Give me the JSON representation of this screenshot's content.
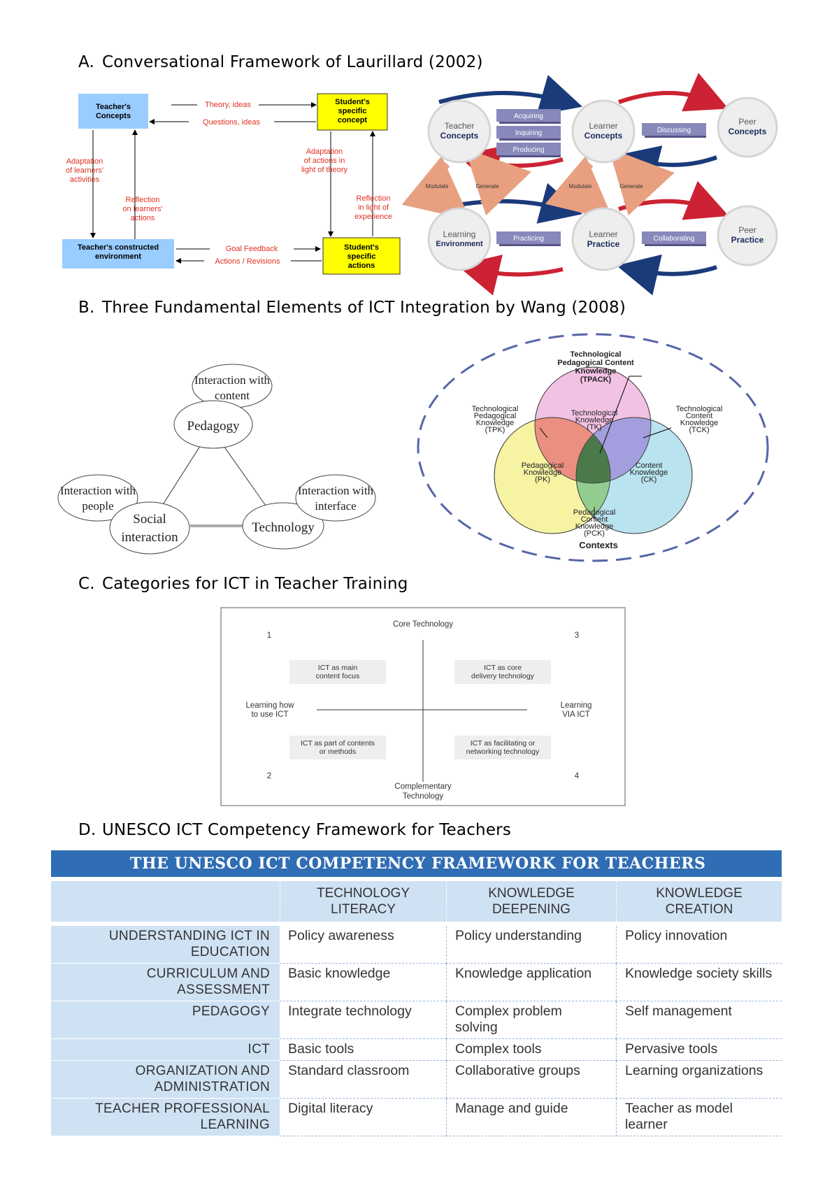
{
  "headings": [
    {
      "letter": "A.",
      "text": "Conversational Framework of Laurillard (2002)"
    },
    {
      "letter": "B.",
      "text": "Three Fundamental Elements of ICT Integration by Wang (2008)"
    },
    {
      "letter": "C.",
      "text": "Categories for ICT in Teacher Training"
    },
    {
      "letter": "D.",
      "text": "UNESCO ICT Competency Framework for Teachers"
    }
  ],
  "laurillard": {
    "boxes": {
      "teacher_concepts": [
        "Teacher's",
        "Concepts"
      ],
      "student_concept": [
        "Student's",
        "specific",
        "concept"
      ],
      "teacher_env": [
        "Teacher's constructed",
        "environment"
      ],
      "student_actions": [
        "Student's",
        "specific",
        "actions"
      ]
    },
    "labels": {
      "theory": "Theory, ideas",
      "questions": "Questions, ideas",
      "adapt_learners": [
        "Adaptation",
        "of learners'",
        "activities"
      ],
      "reflection_learners": [
        "Reflection",
        "on learners'",
        "actions"
      ],
      "adapt_actions": [
        "Adaptation",
        "of actions in",
        "light of theory"
      ],
      "reflection_experience": [
        "Reflection",
        "in light of",
        "experience"
      ],
      "goal": "Goal Feedback",
      "actions_revisions": "Actions / Revisions"
    },
    "colors": {
      "teacher": "#99ccff",
      "student": "#ffff00",
      "label": "#e03020"
    }
  },
  "cycle": {
    "circles": [
      {
        "top": "Teacher",
        "bottom": "Concepts"
      },
      {
        "top": "Learner",
        "bottom": "Concepts"
      },
      {
        "top": "Peer",
        "bottom": "Concepts"
      },
      {
        "top": "Learning",
        "bottom": "Environment"
      },
      {
        "top": "Learner",
        "bottom": "Practice"
      },
      {
        "top": "Peer",
        "bottom": "Practice"
      }
    ],
    "activities": [
      "Acquiring",
      "Inquiring",
      "Producing",
      "Discussing",
      "Practicing",
      "Collaborating"
    ],
    "small_labels": [
      "Modulate",
      "Generate",
      "Modulate",
      "Generate"
    ],
    "colors": {
      "red": "#cc2233",
      "blue": "#1a3a7a",
      "orange": "#e8a080",
      "box": "#8888bb"
    }
  },
  "wang": {
    "nodes": [
      {
        "lines": [
          "Interaction with",
          "content"
        ]
      },
      {
        "lines": [
          "Pedagogy"
        ]
      },
      {
        "lines": [
          "Interaction with",
          "people"
        ]
      },
      {
        "lines": [
          "Social",
          "interaction"
        ]
      },
      {
        "lines": [
          "Technology"
        ]
      },
      {
        "lines": [
          "Interaction with",
          "interface"
        ]
      }
    ]
  },
  "tpack": {
    "title": [
      "Technological",
      "Pedagogical Content",
      "Knowledge",
      "(TPACK)"
    ],
    "tpk": [
      "Technological",
      "Pedagogical",
      "Knowledge",
      "(TPK)"
    ],
    "tck": [
      "Technological",
      "Content",
      "Knowledge",
      "(TCK)"
    ],
    "tk": [
      "Technological",
      "Knowledge",
      "(TK)"
    ],
    "pk": [
      "Pedagogical",
      "Knowledge",
      "(PK)"
    ],
    "ck": [
      "Content",
      "Knowledge",
      "(CK)"
    ],
    "pck": [
      "Pedagogical",
      "Content",
      "Knowledge",
      "(PCK)"
    ],
    "contexts": "Contexts",
    "colors": {
      "tk": "#f0b8e0",
      "pk": "#f2ef80",
      "ck": "#9fd8e8",
      "dash": "#5565a8"
    }
  },
  "categories": {
    "top": "Core Technology",
    "bottom": [
      "Complementary",
      "Technology"
    ],
    "left": [
      "Learning how",
      "to use ICT"
    ],
    "right": [
      "Learning",
      "VIA ICT"
    ],
    "numbers": [
      "1",
      "3",
      "2",
      "4"
    ],
    "q1": [
      "ICT as main",
      "content focus"
    ],
    "q3": [
      "ICT as core",
      "delivery technology"
    ],
    "q2": [
      "ICT as part of contents",
      "or methods"
    ],
    "q4": [
      "ICT as facilitating or",
      "networking technology"
    ]
  },
  "unesco": {
    "banner": "THE UNESCO ICT COMPETENCY FRAMEWORK FOR TEACHERS",
    "columns": [
      [
        "TECHNOLOGY",
        "LITERACY"
      ],
      [
        "KNOWLEDGE",
        "DEEPENING"
      ],
      [
        "KNOWLEDGE",
        "CREATION"
      ]
    ],
    "rows": [
      {
        "label": [
          "UNDERSTANDING ICT IN",
          "EDUCATION"
        ],
        "cells": [
          "Policy awareness",
          "Policy understanding",
          "Policy innovation"
        ]
      },
      {
        "label": [
          "CURRICULUM AND ASSESSMENT"
        ],
        "cells": [
          "Basic knowledge",
          "Knowledge application",
          "Knowledge society skills"
        ]
      },
      {
        "label": [
          "PEDAGOGY"
        ],
        "cells": [
          "Integrate technology",
          "Complex problem solving",
          "Self management"
        ]
      },
      {
        "label": [
          "ICT"
        ],
        "cells": [
          "Basic tools",
          "Complex tools",
          "Pervasive tools"
        ]
      },
      {
        "label": [
          "ORGANIZATION AND",
          "ADMINISTRATION"
        ],
        "cells": [
          "Standard classroom",
          "Collaborative groups",
          "Learning organizations"
        ]
      },
      {
        "label": [
          "TEACHER PROFESSIONAL",
          "LEARNING"
        ],
        "cells": [
          "Digital literacy",
          "Manage and guide",
          "Teacher as model learner"
        ]
      }
    ],
    "colors": {
      "banner": "#2f6db4",
      "header": "#cfe2f3"
    }
  }
}
